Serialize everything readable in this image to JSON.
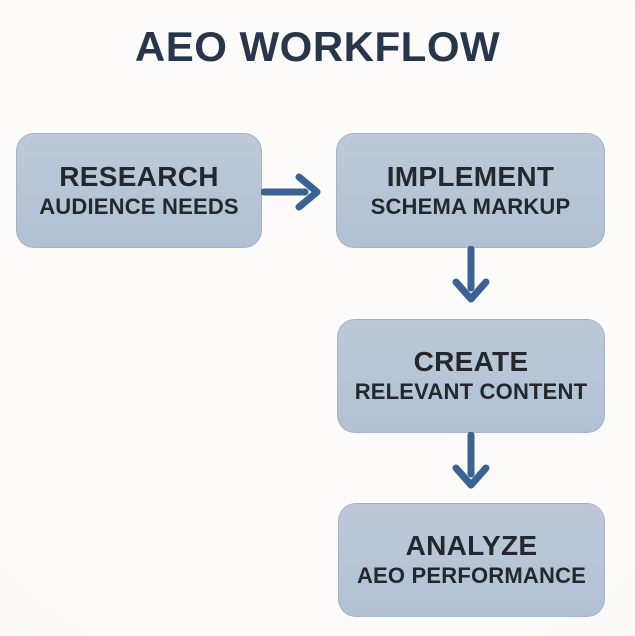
{
  "title": "AEO WORKFLOW",
  "colors": {
    "background": "#fcfbfa",
    "box_fill_top": "#bdc9d8",
    "box_fill_bottom": "#b1c1d4",
    "box_text": "#24282d",
    "title_text": "#27364a",
    "arrow": "#3a6394"
  },
  "nodes": [
    {
      "id": "research",
      "line1": "RESEARCH",
      "line2": "AUDIENCE NEEDS"
    },
    {
      "id": "implement",
      "line1": "IMPLEMENT",
      "line2": "SCHEMA MARKUP"
    },
    {
      "id": "create",
      "line1": "CREATE",
      "line2": "RELEVANT CONTENT"
    },
    {
      "id": "analyze",
      "line1": "ANALYZE",
      "line2": "AEO PERFORMANCE"
    }
  ],
  "connectors": [
    {
      "from": "research",
      "to": "implement",
      "direction": "right"
    },
    {
      "from": "implement",
      "to": "create",
      "direction": "down"
    },
    {
      "from": "create",
      "to": "analyze",
      "direction": "down"
    }
  ]
}
